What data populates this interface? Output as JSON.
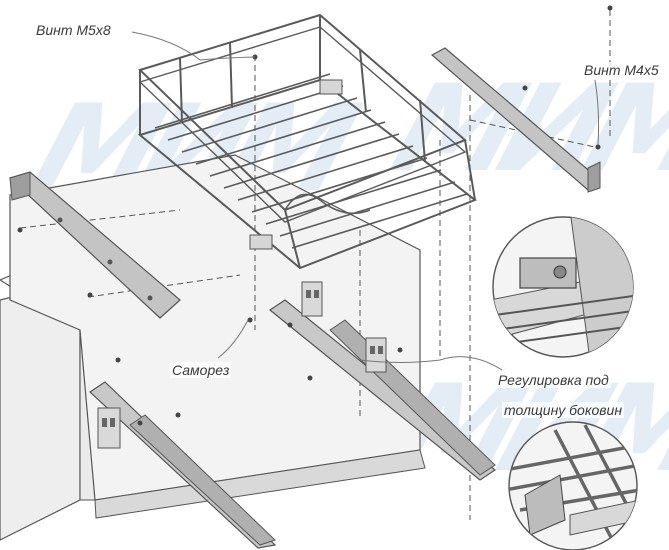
{
  "labels": {
    "screw_m5x8": "Винт М5х8",
    "screw_m4x5": "Винт М4х5",
    "self_tapping": "Саморез",
    "adjust_line1": "Регулировка под",
    "adjust_line2": "толщину боковин"
  },
  "watermark": "МИМ",
  "colors": {
    "line": "#4a4a4a",
    "leader": "#7a7a7a",
    "cabinet": "#f2f2f2",
    "rail": "#bdbdbd",
    "rail_dark": "#8f8f8f",
    "watermark": "#cfe0ef"
  }
}
